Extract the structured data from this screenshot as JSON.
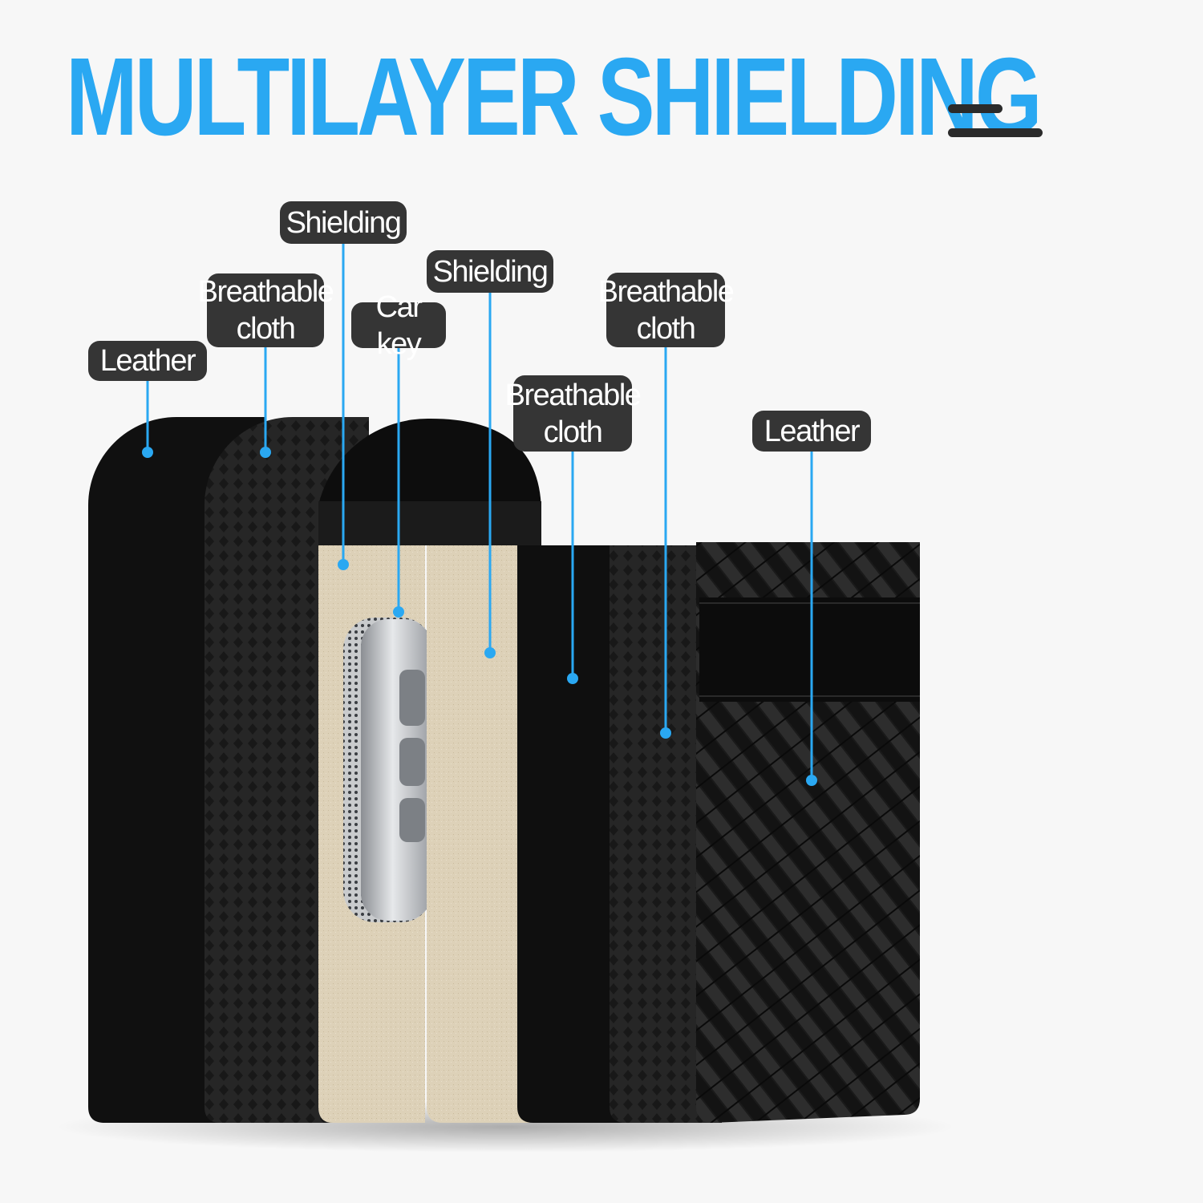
{
  "title": "MULTILAYER SHIELDING",
  "colors": {
    "accent": "#2aa8f2",
    "label_bg": "#353535",
    "label_text": "#ffffff",
    "leather": "#101010",
    "breathable_cloth": "#262626",
    "shielding": "#ddd1b8"
  },
  "labels": {
    "leather_back": "Leather",
    "cloth_back": "Breathable\ncloth",
    "shielding_back": "Shielding",
    "car_key": "Car key",
    "shielding_front": "Shielding",
    "cloth_middle": "Breathable\ncloth",
    "cloth_front": "Breathable\ncloth",
    "leather_front": "Leather"
  }
}
